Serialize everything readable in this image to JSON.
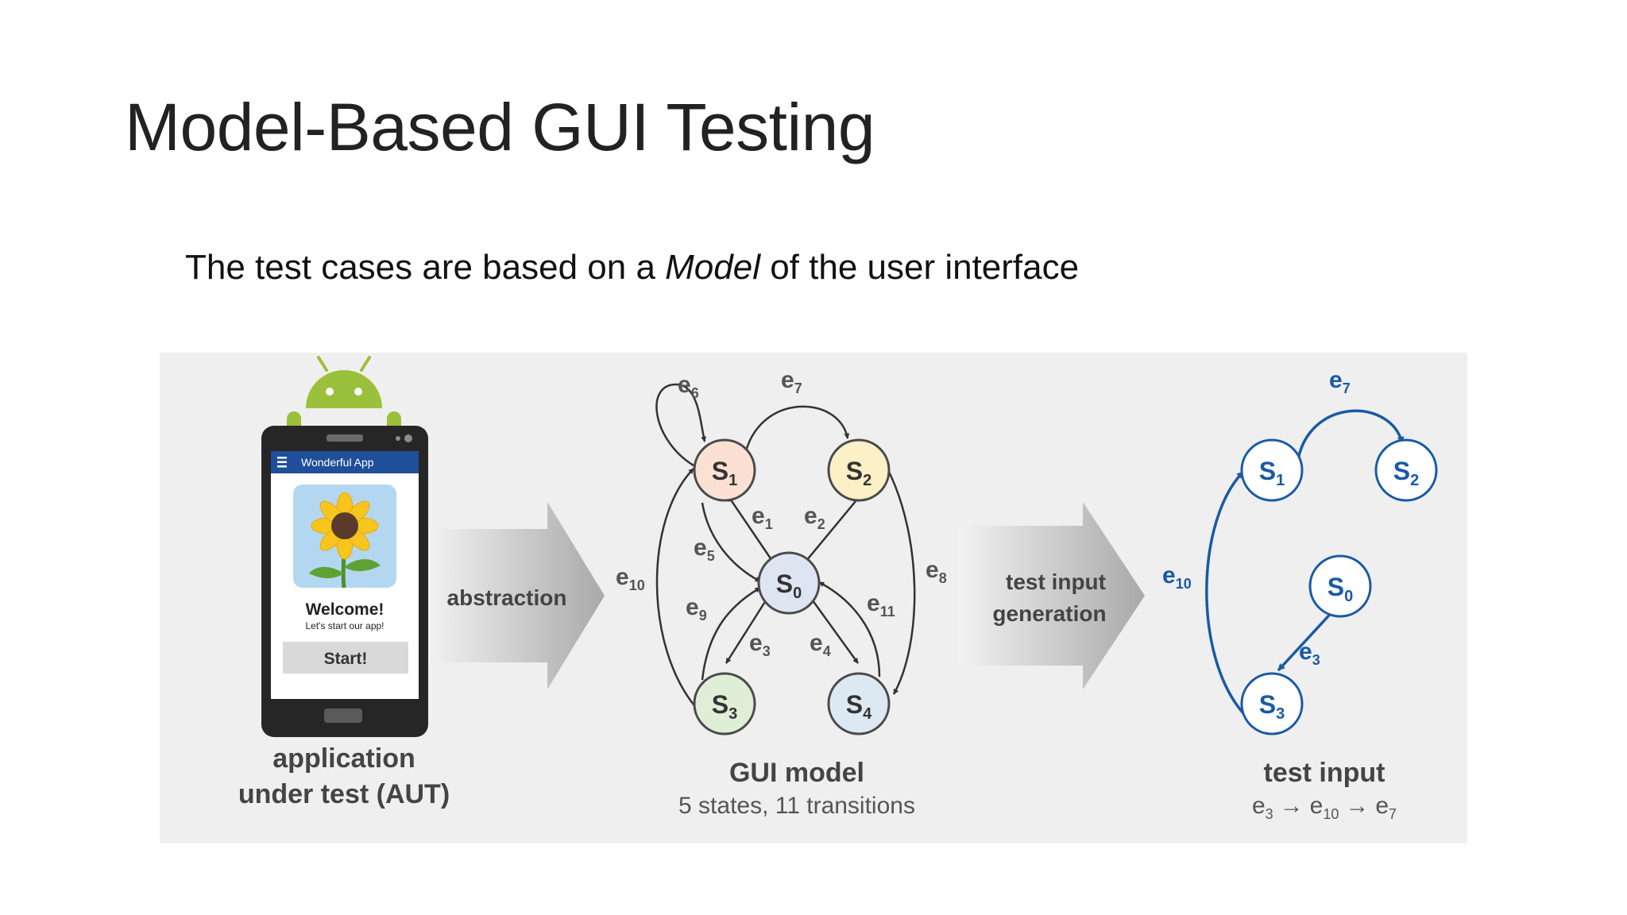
{
  "slide": {
    "title": "Model-Based GUI Testing",
    "subtitle_before": "The test cases are based on a ",
    "subtitle_emph": "Model",
    "subtitle_after": " of the user interface"
  },
  "phone": {
    "app_title": "Wonderful App",
    "welcome": "Welcome!",
    "subtext": "Let's start our app!",
    "start_button": "Start!"
  },
  "captions": {
    "aut_line1": "application",
    "aut_line2": "under test (AUT)",
    "abstraction": "abstraction",
    "gen_line1": "test input",
    "gen_line2": "generation",
    "model_title": "GUI model",
    "model_sub": "5 states, 11 transitions",
    "test_title": "test input"
  },
  "states": {
    "s0": {
      "base": "S",
      "sub": "0"
    },
    "s1": {
      "base": "S",
      "sub": "1"
    },
    "s2": {
      "base": "S",
      "sub": "2"
    },
    "s3": {
      "base": "S",
      "sub": "3"
    },
    "s4": {
      "base": "S",
      "sub": "4"
    }
  },
  "events": {
    "e1": {
      "base": "e",
      "sub": "1"
    },
    "e2": {
      "base": "e",
      "sub": "2"
    },
    "e3": {
      "base": "e",
      "sub": "3"
    },
    "e4": {
      "base": "e",
      "sub": "4"
    },
    "e5": {
      "base": "e",
      "sub": "5"
    },
    "e6": {
      "base": "e",
      "sub": "6"
    },
    "e7": {
      "base": "e",
      "sub": "7"
    },
    "e8": {
      "base": "e",
      "sub": "8"
    },
    "e9": {
      "base": "e",
      "sub": "9"
    },
    "e10": {
      "base": "e",
      "sub": "10"
    },
    "e11": {
      "base": "e",
      "sub": "11"
    }
  },
  "arrow_glyph": "→",
  "colors": {
    "panel_bg": "#efefef",
    "s0_fill": "#dde5f3",
    "s1_fill": "#fbe1d3",
    "s2_fill": "#fbf0c6",
    "s3_fill": "#dfeed6",
    "s4_fill": "#dde9f2",
    "test_blue": "#1a5aa4",
    "app_bar": "#1f4e9a",
    "android_green": "#9bc03b"
  }
}
